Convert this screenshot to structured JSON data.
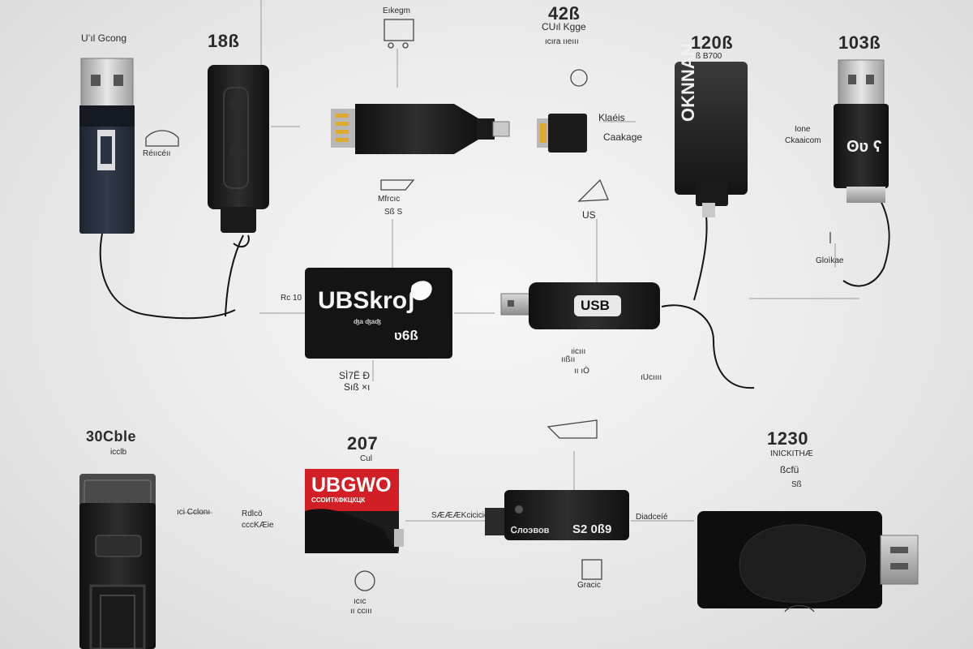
{
  "labels": {
    "l1": "U’ıl Gcong",
    "l2": "18ß",
    "l3": "Eıkegm",
    "l4": "42ß",
    "l5": "CUıl Kgge",
    "l6": "ıcıra ııeııı",
    "l7": "120ß",
    "l8": "ß B700",
    "l9": "103ß",
    "l10": "Réııcéıı",
    "l11": "Klaéis",
    "l12": "Caakage",
    "l13": "Ione",
    "l14": "Ckaaicom",
    "l15": "Mfrcıc",
    "l16": "Sß S",
    "l17": "US",
    "l18": "Rc 10",
    "l19": "Gloìkae",
    "l20": "ııßıı",
    "l21": "ıı ıÒ",
    "l22": "ıUcıııı",
    "l23": "ıicııı",
    "l24": "SÌ7Ë Ð",
    "l25": "Sıß ×ı",
    "l26": "30Cble",
    "l27": "icclb",
    "l28": "207",
    "l29": "Cul",
    "l30": "ıci Cclonı",
    "l31": "Rdlcö",
    "l32": "cccKÆie",
    "l33": "SÆÆÆKciciciè",
    "l34": "1230",
    "l35": "INICKITHÆ",
    "l36": "ßcfü",
    "l37": "Sß",
    "l38": "Diadceíé",
    "l39": "Gracic",
    "l40": "ıcıc",
    "l41": "ıı ccııı"
  },
  "devices": {
    "card_brand": "UBSkroʃ",
    "card_sub": "ʤa ʤaʤ",
    "card_cap": "ʋ6ß",
    "slim_label": "USB",
    "red_brand": "UBGWO",
    "red_sub": "ССОИТКФКЦКЦК",
    "flat_left": "Ꮯлоэвов",
    "flat_right": "S2 0ß9",
    "drive_right_text": "OKNNAN",
    "drive_far_right_text": "ʘʋ ʕ"
  },
  "colors": {
    "background": "#e9e9e9",
    "device_body": "#1c1c1c",
    "device_navy": "#2a3140",
    "accent_red": "#d21f25",
    "metal": "#bdbdbd",
    "text": "#2a2a2a"
  }
}
